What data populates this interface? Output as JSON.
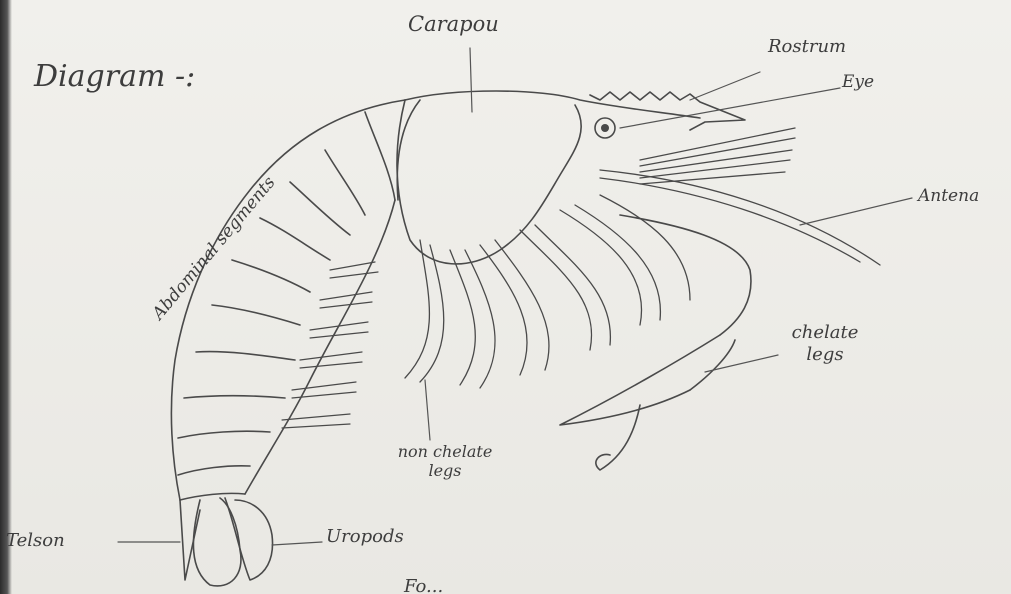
{
  "heading": "Diagram -:",
  "labels": {
    "carapace": "Carapou",
    "rostrum": "Rostrum",
    "eye": "Eye",
    "antenna": "Antena",
    "abdominal_segments": "Abdominal segments",
    "chelate_legs": "chelate legs",
    "non_chelate_legs": "non chelate legs",
    "telson": "Telson",
    "uropods": "Uropods"
  },
  "bottom_text": "Fo..."
}
